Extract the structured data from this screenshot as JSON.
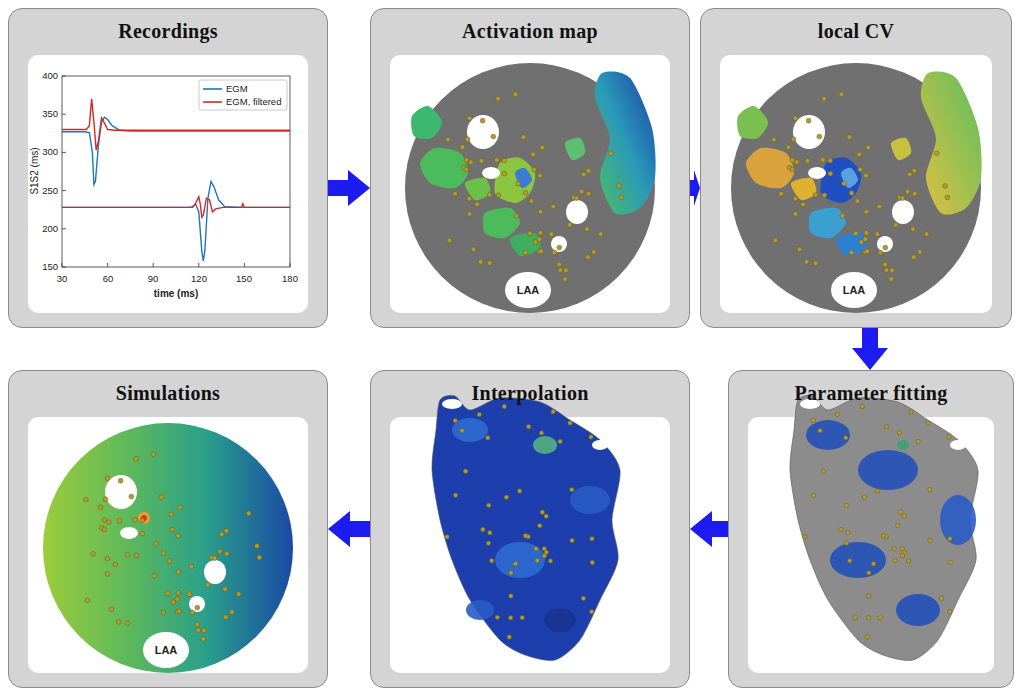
{
  "diagram": {
    "nodes": [
      {
        "text": [
          "Recordings"
        ]
      },
      {
        "text": [
          "Activation map"
        ]
      },
      {
        "text": [
          "local CV"
        ]
      },
      {
        "text": [
          "Simulations"
        ]
      },
      {
        "text": [
          "Interpolation"
        ]
      },
      {
        "text": [
          "Parameter fitting"
        ]
      }
    ],
    "edges": [
      {
        "from": 0,
        "to": 1,
        "arrow": "to"
      },
      {
        "from": 1,
        "to": 2,
        "arrow": "to"
      },
      {
        "from": 2,
        "to": 5,
        "arrow": "to"
      },
      {
        "from": 5,
        "to": 4,
        "arrow": "to"
      },
      {
        "from": 4,
        "to": 3,
        "arrow": "to"
      }
    ],
    "labels": [
      "400",
      "350",
      "300",
      "250",
      "200",
      "150",
      "S1S2 (ms)",
      "30",
      "60",
      "90",
      "120",
      "150",
      "180",
      "time (ms)",
      "LAA",
      "LAA",
      "LAA"
    ],
    "legend": [
      {
        "text": "EGM"
      },
      {
        "text": "EGM, filtered"
      }
    ]
  }
}
